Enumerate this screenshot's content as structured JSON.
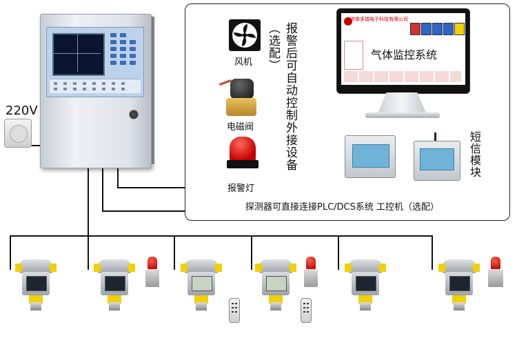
{
  "power": {
    "label": "220V"
  },
  "devices": {
    "fan_label": "风机",
    "valve_label": "电磁阀",
    "lamp_label": "报警灯",
    "control_text": "报警后可自动控制外接设备（选配）"
  },
  "monitor": {
    "system_name": "气体监控系统",
    "company": "济南多瑞电子科技有限公司"
  },
  "sms": {
    "label": "短信模块"
  },
  "bottom": {
    "text": "探测器可直接连接PLC/DCS系统 工控机（选配）"
  },
  "colors": {
    "beacon_red": "#cc0000",
    "detector_yellow": "#f0d000",
    "module_blue": "#6fb3d9",
    "controller_panel": "#bcd2ea"
  },
  "icons": [
    "fan-icon",
    "solenoid-valve-icon",
    "alarm-lamp-icon",
    "remote-control-icon",
    "power-outlet-icon"
  ]
}
